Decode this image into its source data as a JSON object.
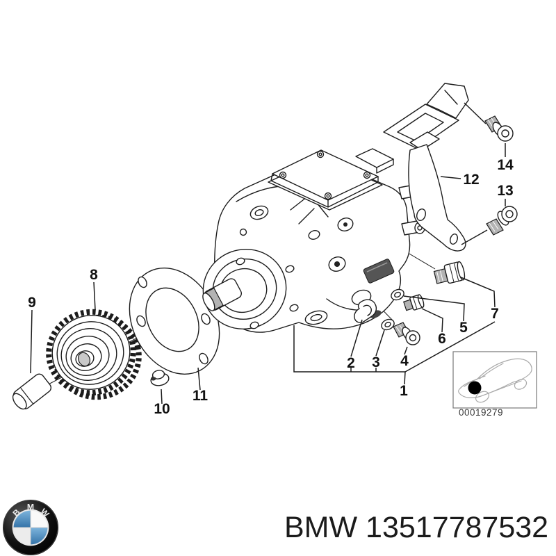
{
  "diagram": {
    "callouts": [
      {
        "n": "1"
      },
      {
        "n": "2"
      },
      {
        "n": "3"
      },
      {
        "n": "4"
      },
      {
        "n": "5"
      },
      {
        "n": "6"
      },
      {
        "n": "7"
      },
      {
        "n": "8"
      },
      {
        "n": "9"
      },
      {
        "n": "10"
      },
      {
        "n": "11"
      },
      {
        "n": "12"
      },
      {
        "n": "13"
      },
      {
        "n": "14"
      }
    ],
    "inset": {
      "code": "00019279"
    }
  },
  "footer": {
    "part_text": "BMW 13517787532",
    "logo_letters": [
      "B",
      "M",
      "W"
    ]
  },
  "colors": {
    "line": "#1c1c1c",
    "logo_blue": "#4a90c4",
    "background": "#ffffff"
  }
}
